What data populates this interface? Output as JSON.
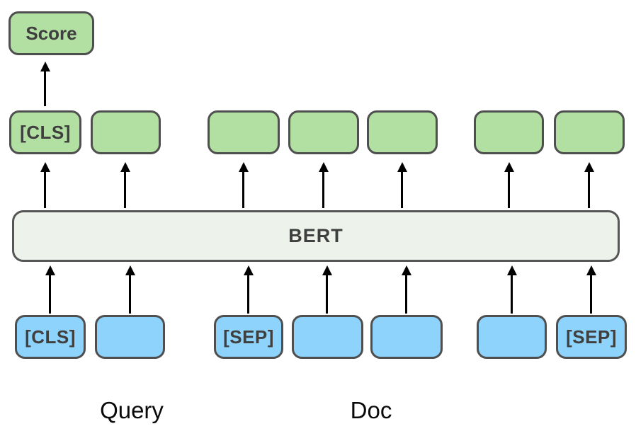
{
  "figure": {
    "score_box": {
      "label": "Score"
    },
    "encoder": {
      "label": "BERT"
    },
    "output_row": {
      "description": "contextual output embeddings",
      "tokens": [
        "[CLS]",
        "",
        "",
        "",
        "",
        "",
        ""
      ]
    },
    "input_row": {
      "description": "input tokens",
      "tokens": [
        "[CLS]",
        "",
        "[SEP]",
        "",
        "",
        "",
        "[SEP]"
      ]
    },
    "captions": {
      "query": "Query",
      "doc": "Doc"
    },
    "colors": {
      "output_fill": "#b2e0a2",
      "output_border": "#4f4f4f",
      "input_fill": "#8ed3fb",
      "input_border": "#4f4f4f",
      "encoder_fill": "#edf3ea",
      "encoder_border": "#565656",
      "label_text": "#3f3f3f",
      "caption_text": "#0a0a0a",
      "arrow": "#000000"
    }
  }
}
